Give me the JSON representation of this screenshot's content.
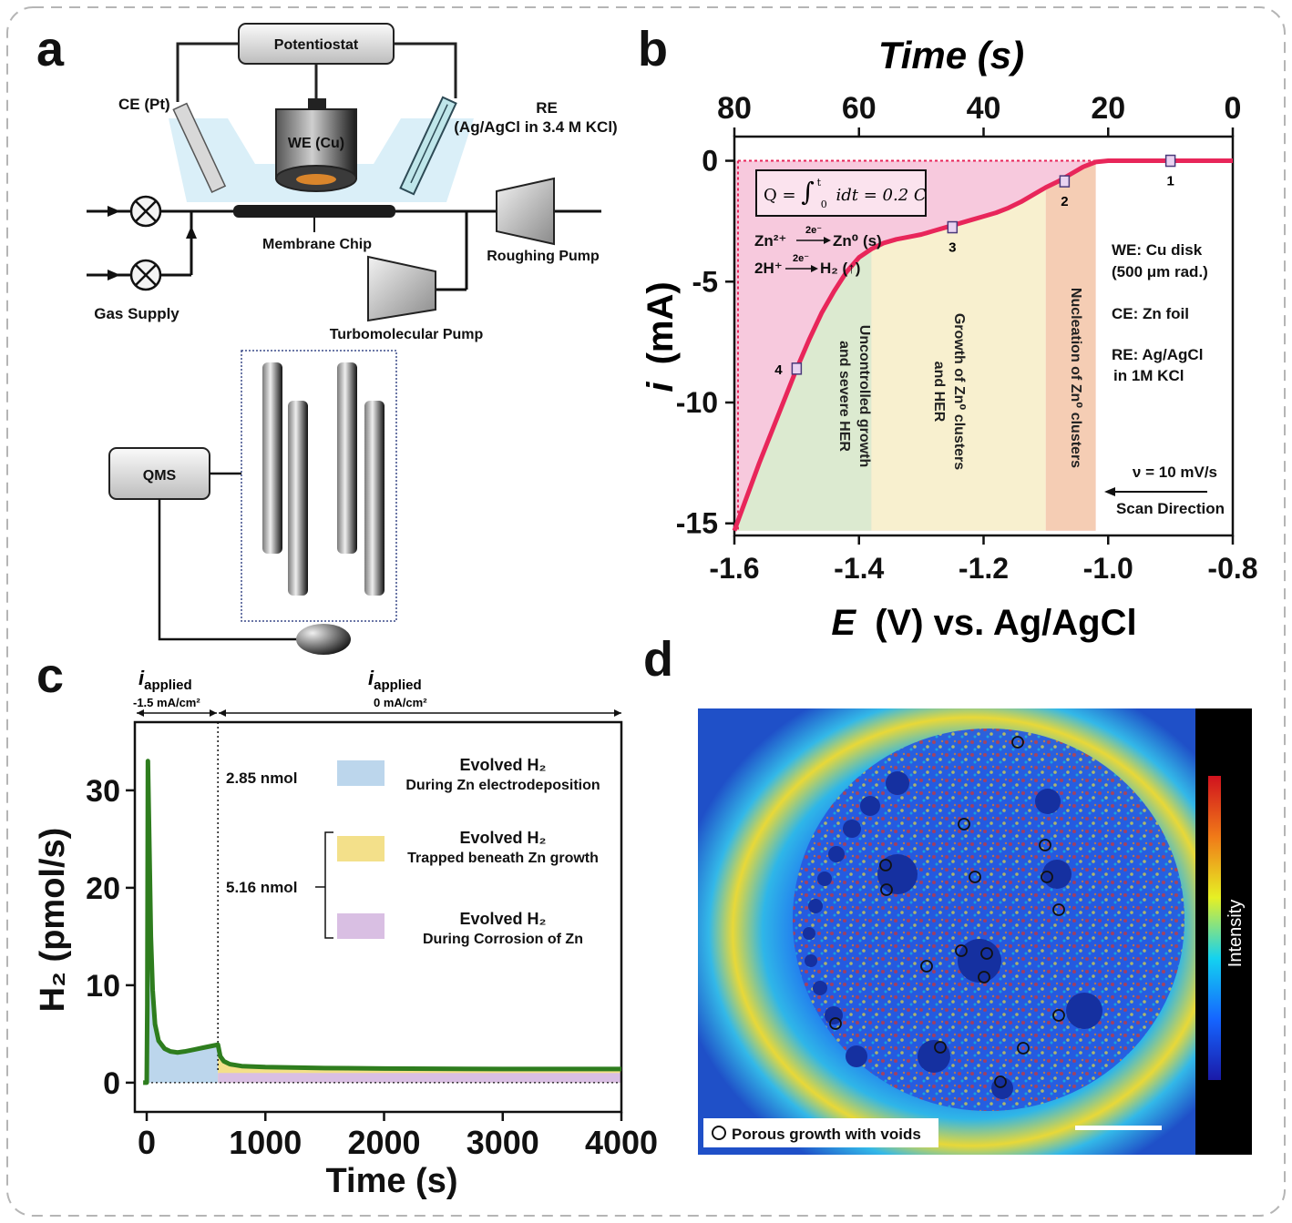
{
  "panels": {
    "a": "a",
    "b": "b",
    "c": "c",
    "d": "d"
  },
  "setup": {
    "potentiostat": "Potentiostat",
    "ce": "CE (Pt)",
    "we": "WE (Cu)",
    "re_line1": "RE",
    "re_line2": "(Ag/AgCl in 3.4 M KCl)",
    "membrane": "Membrane Chip",
    "roughing": "Roughing Pump",
    "gas": "Gas Supply",
    "turbo": "Turbomolecular Pump",
    "qms": "QMS"
  },
  "panel_b": {
    "top_title": "Time (s)",
    "ylabel_i": "i",
    "ylabel_unit": "(mA)",
    "xlabel_E": "E",
    "xlabel_rest": "(V) vs. Ag/AgCl",
    "charge_eq_lhs": "Q = ",
    "charge_eq_int": "∫",
    "charge_eq_sub": "0",
    "charge_eq_sup": "t",
    "charge_eq_rhs": "idt = 0.2 C",
    "rxn1_lhs": "Zn²⁺",
    "rxn1_e": "2e⁻",
    "rxn1_rhs": "Zn⁰ (s)",
    "rxn2_lhs": "2H⁺",
    "rxn2_e": "2e⁻",
    "rxn2_rhs": "H₂ (↑)",
    "info_we1": "WE: Cu disk",
    "info_we2": "(500 μm rad.)",
    "info_ce": "CE: Zn foil",
    "info_re1": "RE: Ag/AgCl",
    "info_re2": "in 1M KCl",
    "scan_rate": "ν = 10 mV/s",
    "scan_dir": "Scan Direction",
    "region1_l1": "Uncontrolled growth",
    "region1_l2": "and severe HER",
    "region2_l1": "Growth of Zn⁰ clusters",
    "region2_l2": "and HER",
    "region3": "Nucleation of Zn⁰ clusters"
  },
  "panel_c": {
    "i_applied_1": "i",
    "i_applied_sub": "applied",
    "i_applied_1_value": "-1.5 mA/cm²",
    "i_applied_2_value": "0 mA/cm²",
    "ylabel": "H₂ (pmol/s)",
    "xlabel": "Time (s)",
    "amount1": "2.85 nmol",
    "amount2": "5.16 nmol",
    "legend1_title": "Evolved H₂",
    "legend1_sub": "During Zn electrodeposition",
    "legend2_title": "Evolved H₂",
    "legend2_sub": "Trapped beneath Zn growth",
    "legend3_title": "Evolved H₂",
    "legend3_sub": "During Corrosion of Zn"
  },
  "panel_d": {
    "colorbar_label": "Intensity",
    "legend": "Porous growth with voids"
  },
  "colors": {
    "curve_b": "#e8265a",
    "curve_c": "#2e7d1e",
    "fill_blue": "#bcd6ec",
    "fill_yellow": "#f3e08a",
    "fill_purple": "#d9bfe3",
    "region_pink": "#f7c9dd",
    "region_green": "#dcead0",
    "region_yellow": "#f8f0cf",
    "region_orange": "#f5cdb4"
  },
  "chart_data": [
    {
      "id": "b",
      "type": "line",
      "xlabel": "E (V) vs. Ag/AgCl",
      "ylabel": "i (mA)",
      "top_xlabel": "Time (s)",
      "xlim": [
        -1.6,
        -0.8
      ],
      "ylim": [
        -15.5,
        1.0
      ],
      "x_ticks": [
        -1.6,
        -1.4,
        -1.2,
        -1.0,
        -0.8
      ],
      "x_tick_labels": [
        "-1.6",
        "-1.4",
        "-1.2",
        "-1.0",
        "-0.8"
      ],
      "y_ticks": [
        0,
        -5,
        -10,
        -15
      ],
      "y_tick_labels": [
        "0",
        "-5",
        "-10",
        "-15"
      ],
      "top_ticks_E": [
        -1.6,
        -1.4,
        -1.2,
        -1.0,
        -0.8
      ],
      "top_tick_labels": [
        "80",
        "60",
        "40",
        "20",
        "0"
      ],
      "series": [
        {
          "x": [
            -1.6,
            -1.58,
            -1.56,
            -1.54,
            -1.52,
            -1.5,
            -1.48,
            -1.46,
            -1.44,
            -1.42,
            -1.4,
            -1.38,
            -1.36,
            -1.34,
            -1.32,
            -1.3,
            -1.28,
            -1.26,
            -1.24,
            -1.22,
            -1.2,
            -1.18,
            -1.16,
            -1.14,
            -1.12,
            -1.1,
            -1.08,
            -1.06,
            -1.04,
            -1.02,
            -1.0,
            -0.96,
            -0.92,
            -0.88,
            -0.84,
            -0.8
          ],
          "y": [
            -15.3,
            -13.9,
            -12.5,
            -11.2,
            -9.9,
            -8.6,
            -7.4,
            -6.3,
            -5.4,
            -4.6,
            -4.0,
            -3.65,
            -3.4,
            -3.25,
            -3.15,
            -3.05,
            -2.9,
            -2.75,
            -2.6,
            -2.45,
            -2.3,
            -2.15,
            -1.95,
            -1.7,
            -1.4,
            -1.1,
            -0.85,
            -0.55,
            -0.25,
            -0.05,
            0.0,
            0.0,
            0.0,
            0.0,
            0.0,
            0.0
          ]
        }
      ],
      "markers": [
        {
          "label": "1",
          "x": -0.9,
          "y": 0.0
        },
        {
          "label": "2",
          "x": -1.07,
          "y": -0.85
        },
        {
          "label": "3",
          "x": -1.25,
          "y": -2.75
        },
        {
          "label": "4",
          "x": -1.5,
          "y": -8.6
        }
      ],
      "regions_E": [
        {
          "name": "pink",
          "from": -1.6,
          "to": -1.02,
          "y_from": -15.5,
          "y_to": 0.0
        },
        {
          "name": "green",
          "from": -1.6,
          "to": -1.38
        },
        {
          "name": "yellow",
          "from": -1.38,
          "to": -1.1
        },
        {
          "name": "orange",
          "from": -1.1,
          "to": -1.02
        }
      ]
    },
    {
      "id": "c",
      "type": "line",
      "xlabel": "Time (s)",
      "ylabel": "H₂ (pmol/s)",
      "xlim": [
        -100,
        4000
      ],
      "ylim": [
        -3,
        37
      ],
      "x_ticks": [
        0,
        1000,
        2000,
        3000,
        4000
      ],
      "x_tick_labels": [
        "0",
        "1000",
        "2000",
        "3000",
        "4000"
      ],
      "y_ticks": [
        0,
        10,
        20,
        30
      ],
      "y_tick_labels": [
        "0",
        "10",
        "20",
        "30"
      ],
      "switch_time": 600,
      "series": [
        {
          "x": [
            -30,
            0,
            5,
            10,
            20,
            35,
            50,
            70,
            100,
            150,
            200,
            260,
            320,
            400,
            480,
            560,
            600,
            620,
            650,
            700,
            800,
            1000,
            1500,
            2000,
            3000,
            4000
          ],
          "y": [
            0.0,
            0.0,
            8.0,
            33.0,
            26.0,
            15.0,
            9.5,
            6.0,
            4.3,
            3.5,
            3.2,
            3.1,
            3.2,
            3.4,
            3.6,
            3.8,
            3.9,
            2.7,
            2.2,
            1.9,
            1.7,
            1.6,
            1.5,
            1.45,
            1.4,
            1.4
          ]
        }
      ],
      "annotations": [
        "2.85 nmol",
        "5.16 nmol"
      ]
    }
  ]
}
